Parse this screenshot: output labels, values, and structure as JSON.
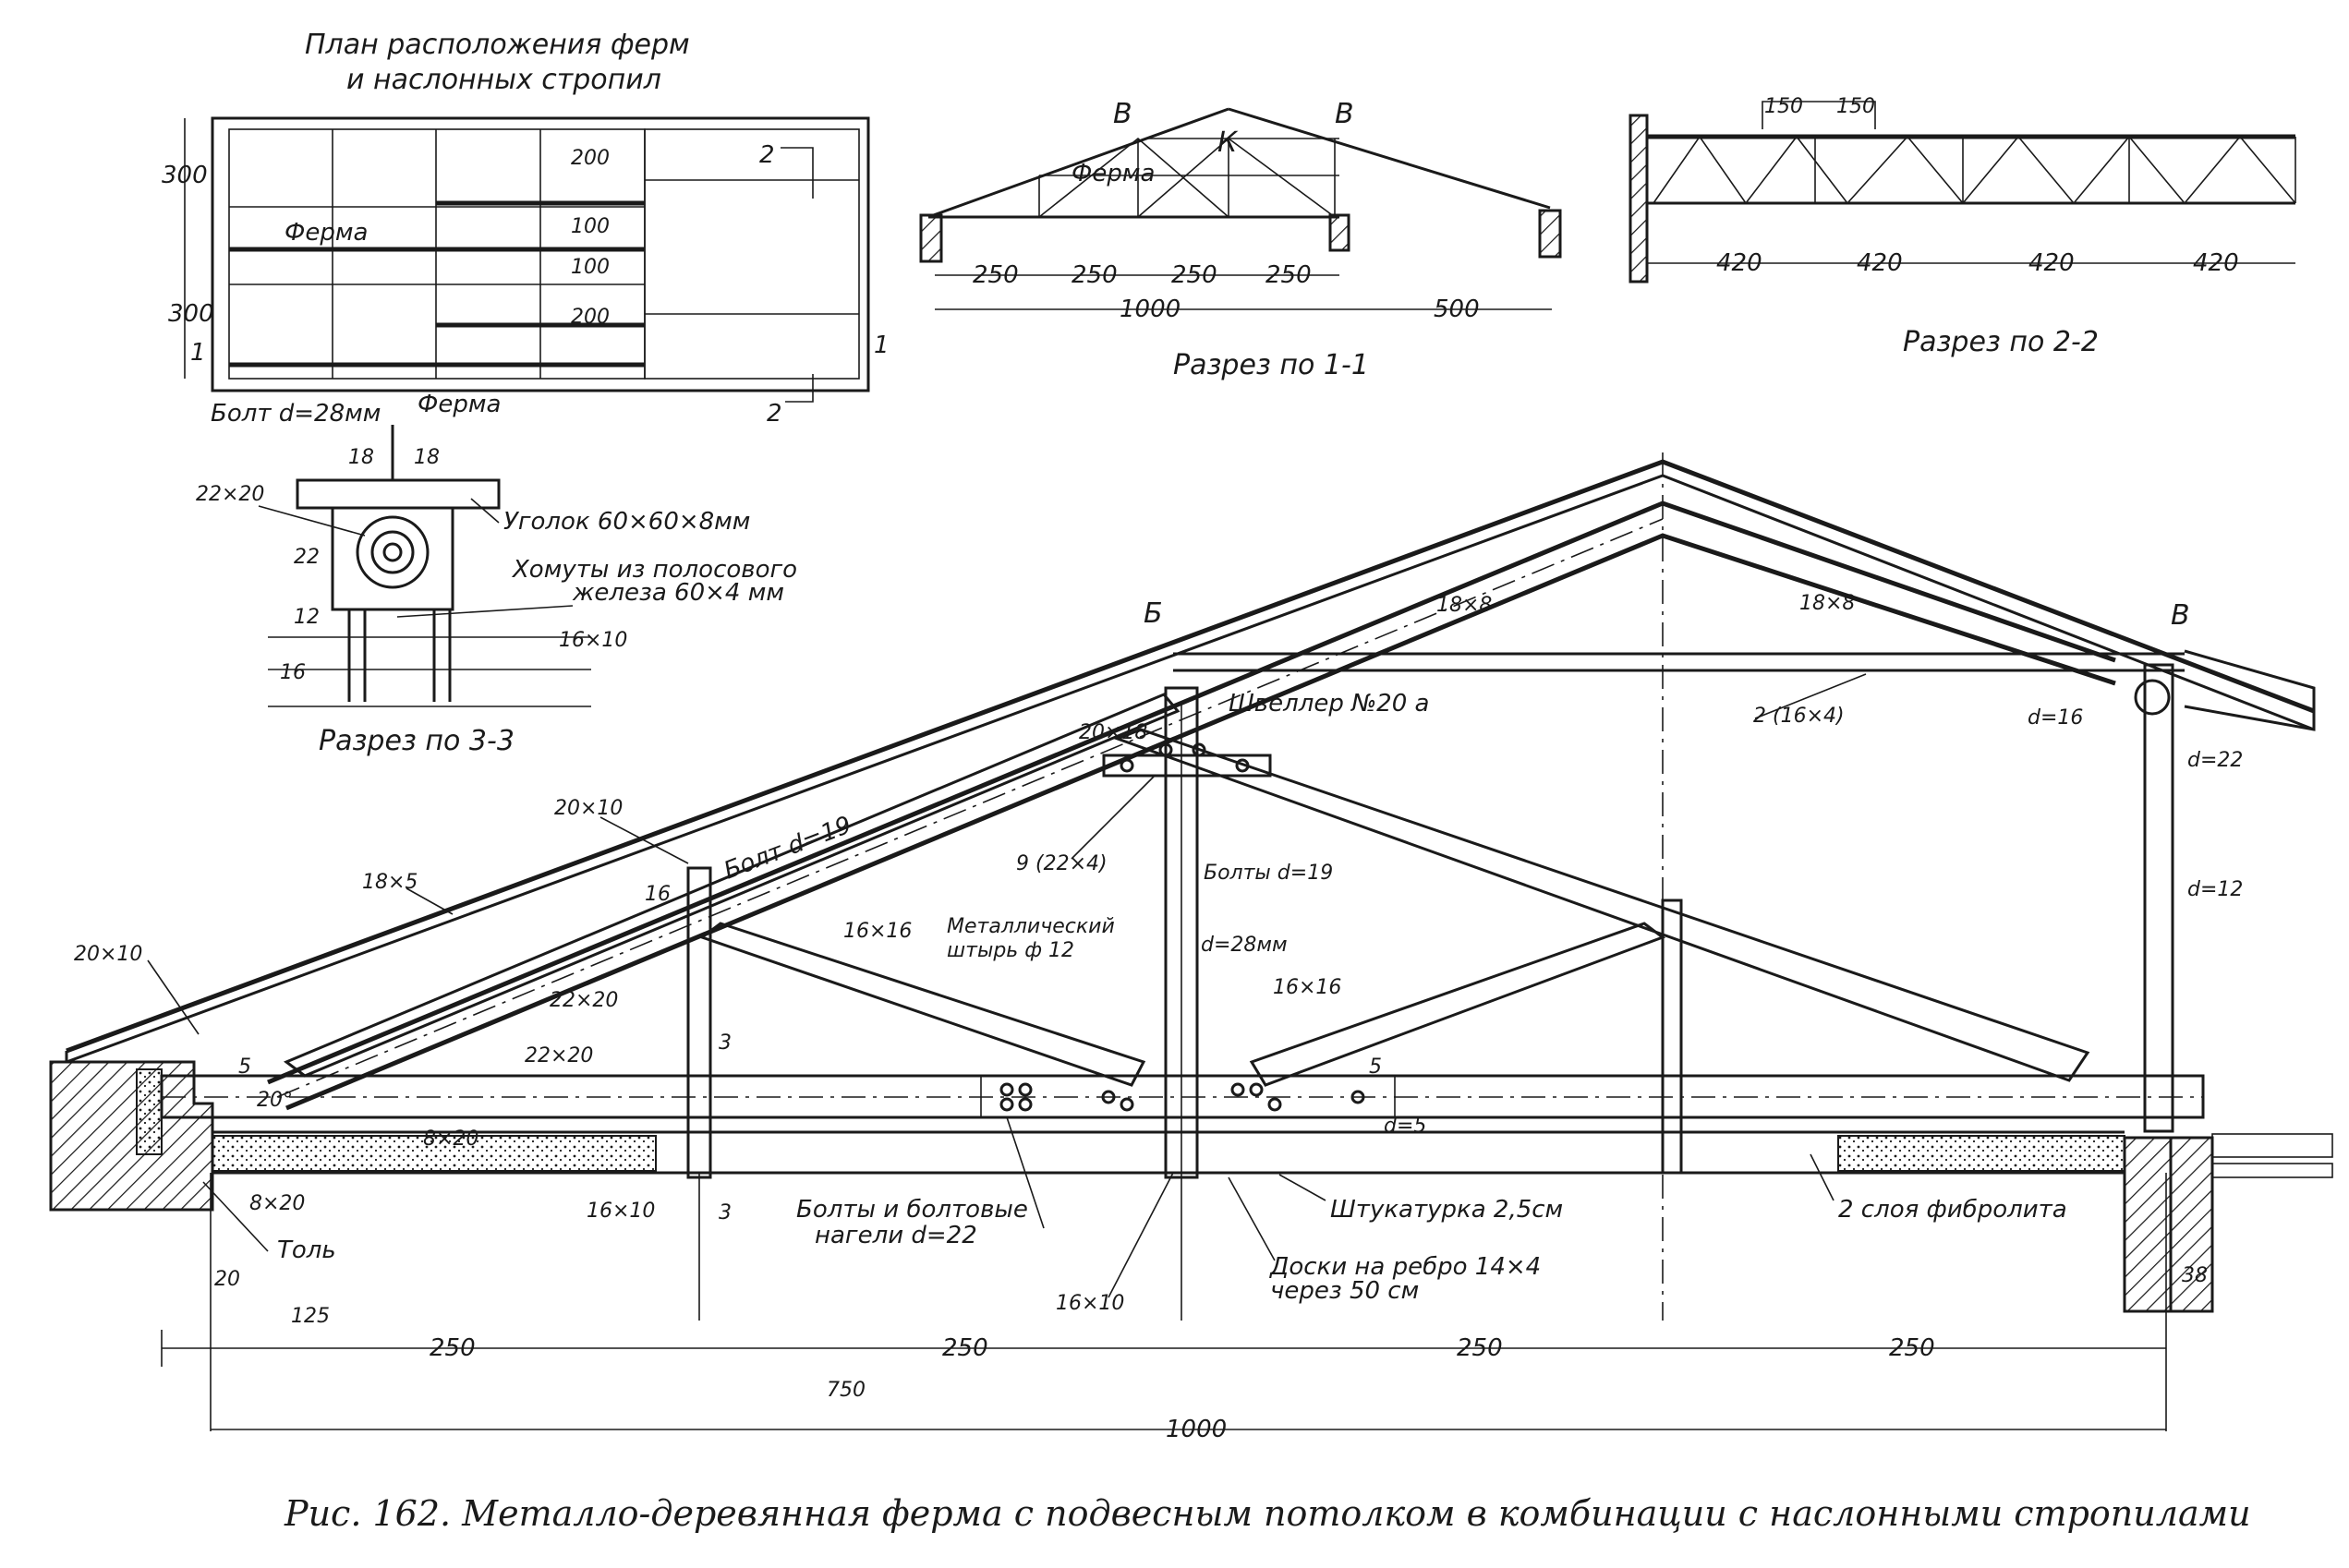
{
  "plan": {
    "title_line1": "План расположения ферм",
    "title_line2": "и наслонных стропил",
    "dims": [
      "300",
      "300",
      "200",
      "100",
      "100",
      "200"
    ],
    "truss_label_1": "Ферма",
    "truss_label_2": "Ферма",
    "marks": [
      "1",
      "1",
      "2",
      "2"
    ]
  },
  "section_1_1": {
    "title": "Разрез по 1-1",
    "nodes": [
      "В",
      "К",
      "В"
    ],
    "truss_label": "Ферма",
    "dims": [
      "250",
      "250",
      "250",
      "250",
      "1000",
      "500"
    ]
  },
  "section_2_2": {
    "title": "Разрез по 2-2",
    "top_dims": [
      "150",
      "150"
    ],
    "dims": [
      "420",
      "420",
      "420",
      "420"
    ]
  },
  "section_3_3": {
    "title": "Разрез по 3-3",
    "bolt": "Болт d=28мм",
    "angle": "Уголок 60×60×8мм",
    "clamps_line1": "Хомуты из полосового",
    "clamps_line2": "железа 60×4 мм",
    "dims": [
      "18",
      "18",
      "22×20",
      "22",
      "12",
      "16",
      "16×10"
    ]
  },
  "main": {
    "nodes": [
      "Б",
      "В"
    ],
    "labels": {
      "rafter_18x8_a": "18×8",
      "rafter_18x8_b": "18×8",
      "rafter_18x5": "18×5",
      "eave_20x10": "20×10",
      "upper_20x10": "20×10",
      "channel": "Швеллер №20 а",
      "block_20x18": "20×18",
      "tie_2_16x4": "2 (16×4)",
      "d16": "d=16",
      "d22": "d=22",
      "d12": "d=12",
      "bolt_d19": "Болт d=19",
      "mark_16": "16",
      "strut_16x16_a": "16×16",
      "strut_16x16_b": "16×16",
      "pin_line1": "Металлический",
      "pin_line2": "штырь ф 12",
      "nine_22x4": "9 (22×4)",
      "bolts_d19": "Болты d=19",
      "d28": "d=28мм",
      "chord_22x20_a": "22×20",
      "chord_22x20_b": "22×20",
      "eave_5": "5",
      "angle_20": "20°",
      "mark_8x20_a": "8×20",
      "mark_8x20_b": "8×20",
      "toll": "Толь",
      "mark_16x10_a": "16×10",
      "mark_16x10_b": "16×10",
      "sec_3_top": "3",
      "sec_3_bot": "3",
      "bolts_nails_line1": "Болты и болтовые",
      "bolts_nails_line2": "нагели d=22",
      "plaster": "Штукатурка 2,5см",
      "boards_line1": "Доски на ребро 14×4",
      "boards_line2": "через 50 см",
      "fibrolite": "2 слоя фибролита",
      "d5": "d=5",
      "m5": "5",
      "m20": "20",
      "m125": "125",
      "m38": "38"
    },
    "dims": [
      "250",
      "250",
      "250",
      "250",
      "1000"
    ],
    "stray_label": "750"
  },
  "caption": "Рис. 162. Металло-деревянная ферма с подвесным потолком в комбинации с наслонными стропилами"
}
